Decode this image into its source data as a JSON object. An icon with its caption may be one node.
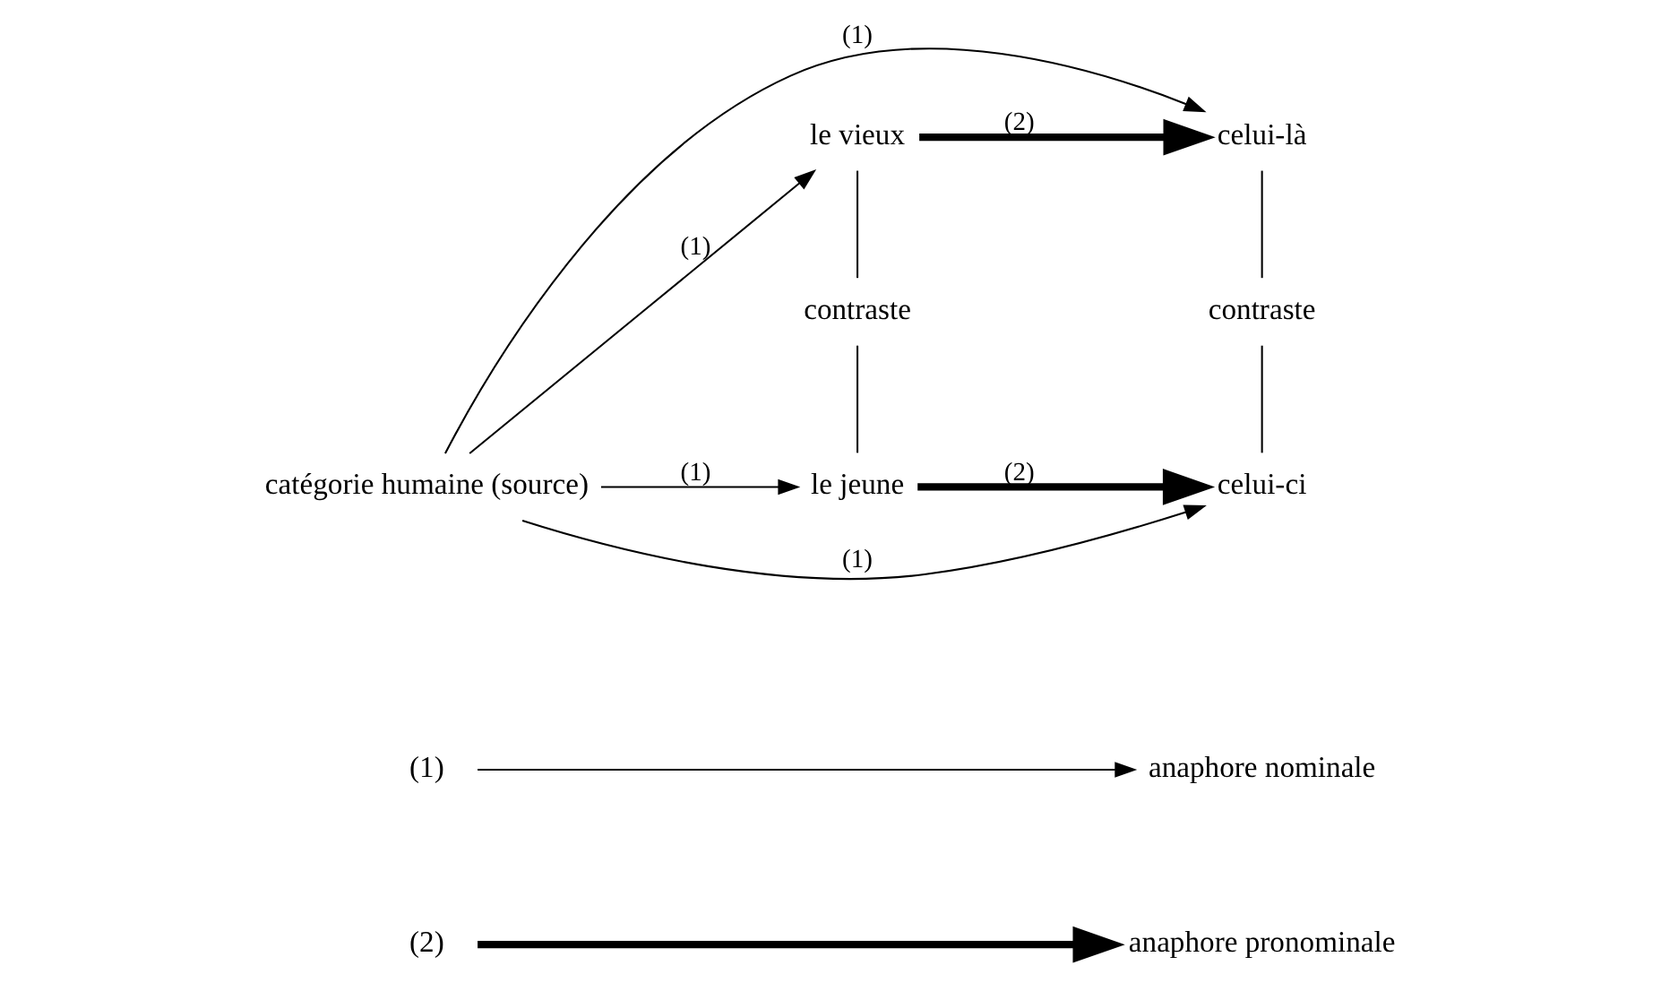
{
  "diagram": {
    "nodes": [
      {
        "text": [
          "catégorie humaine (source)"
        ]
      },
      {
        "text": [
          "le vieux"
        ]
      },
      {
        "text": [
          "le jeune"
        ]
      },
      {
        "text": [
          "celui-là"
        ]
      },
      {
        "text": [
          "celui-ci"
        ]
      },
      {
        "text": [
          "contraste"
        ]
      },
      {
        "text": [
          "contraste"
        ]
      }
    ],
    "edges": [
      {
        "from": 0,
        "to": 3,
        "arrow": "to",
        "label": "(1)"
      },
      {
        "from": 0,
        "to": 1,
        "arrow": "to",
        "label": "(1)"
      },
      {
        "from": 0,
        "to": 2,
        "arrow": "to",
        "label": "(1)"
      },
      {
        "from": 0,
        "to": 4,
        "arrow": "to",
        "label": "(1)"
      },
      {
        "from": 1,
        "to": 3,
        "arrow": "to",
        "label": "(2)",
        "style": "thick"
      },
      {
        "from": 2,
        "to": 4,
        "arrow": "to",
        "label": "(2)",
        "style": "thick"
      },
      {
        "from": 1,
        "to": 5,
        "arrow": "none"
      },
      {
        "from": 5,
        "to": 2,
        "arrow": "none"
      },
      {
        "from": 3,
        "to": 6,
        "arrow": "none"
      },
      {
        "from": 6,
        "to": 4,
        "arrow": "none"
      }
    ],
    "labels": [
      "(1)",
      "(2)"
    ],
    "legend": [
      {
        "text": "anaphore nominale"
      },
      {
        "text": "anaphore pronominale"
      }
    ]
  }
}
